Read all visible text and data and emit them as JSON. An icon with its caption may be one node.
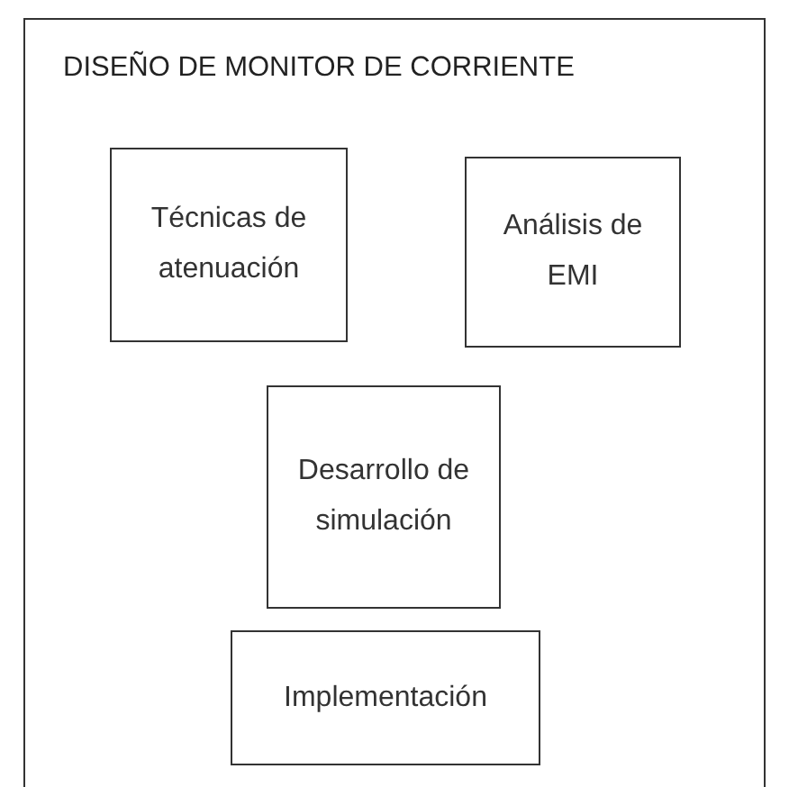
{
  "diagram": {
    "nodes": [
      {
        "text": [
          "DISEÑO DE MONITOR DE CORRIENTE"
        ]
      },
      {
        "text": [
          "Técnicas de atenuación"
        ],
        "in": 0
      },
      {
        "text": [
          "Análisis de EMI"
        ],
        "in": 0
      },
      {
        "text": [
          "Desarrollo de simulación"
        ],
        "in": 0
      },
      {
        "text": [
          "Implementación"
        ],
        "in": 0
      }
    ]
  }
}
